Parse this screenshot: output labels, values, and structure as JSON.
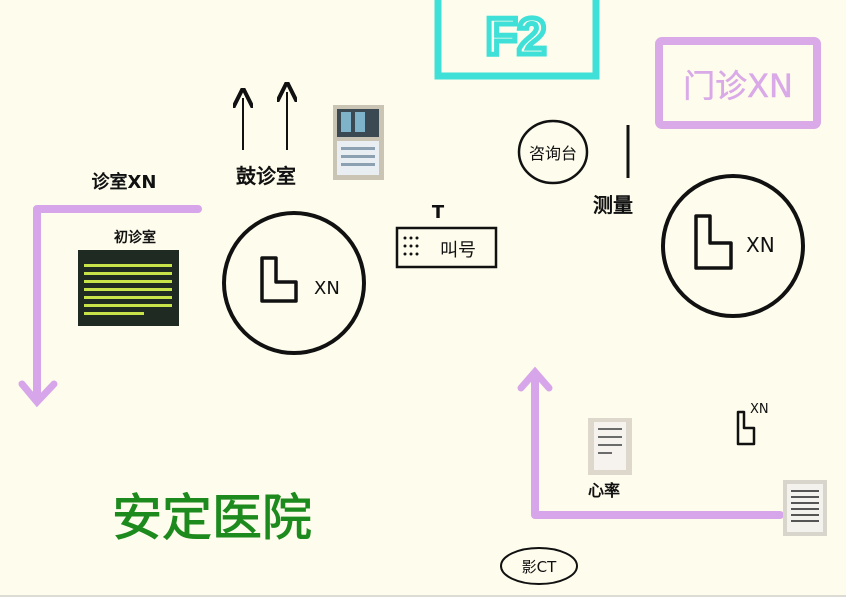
{
  "floor": {
    "label": "F2",
    "color": "#3fe0d8"
  },
  "sign_top_right": {
    "text": "门诊XN",
    "color": "#d9a9e8"
  },
  "zones": {
    "clinic_room_xn": "诊室XN",
    "initial_consult": "初诊室",
    "chapter_room": "鼓诊室",
    "nurse_station": "咨询台",
    "measure": "测量",
    "heart_rate": "心率",
    "ct": "影CT"
  },
  "call_box": {
    "header": "T",
    "label": "叫号"
  },
  "wheelchair_badges": [
    "XN",
    "XN",
    "XN"
  ],
  "hospital_name": {
    "text": "安定医院",
    "color": "#1d8a1d"
  },
  "arrow_color": "#d7a6ea",
  "ink_color": "#111111"
}
